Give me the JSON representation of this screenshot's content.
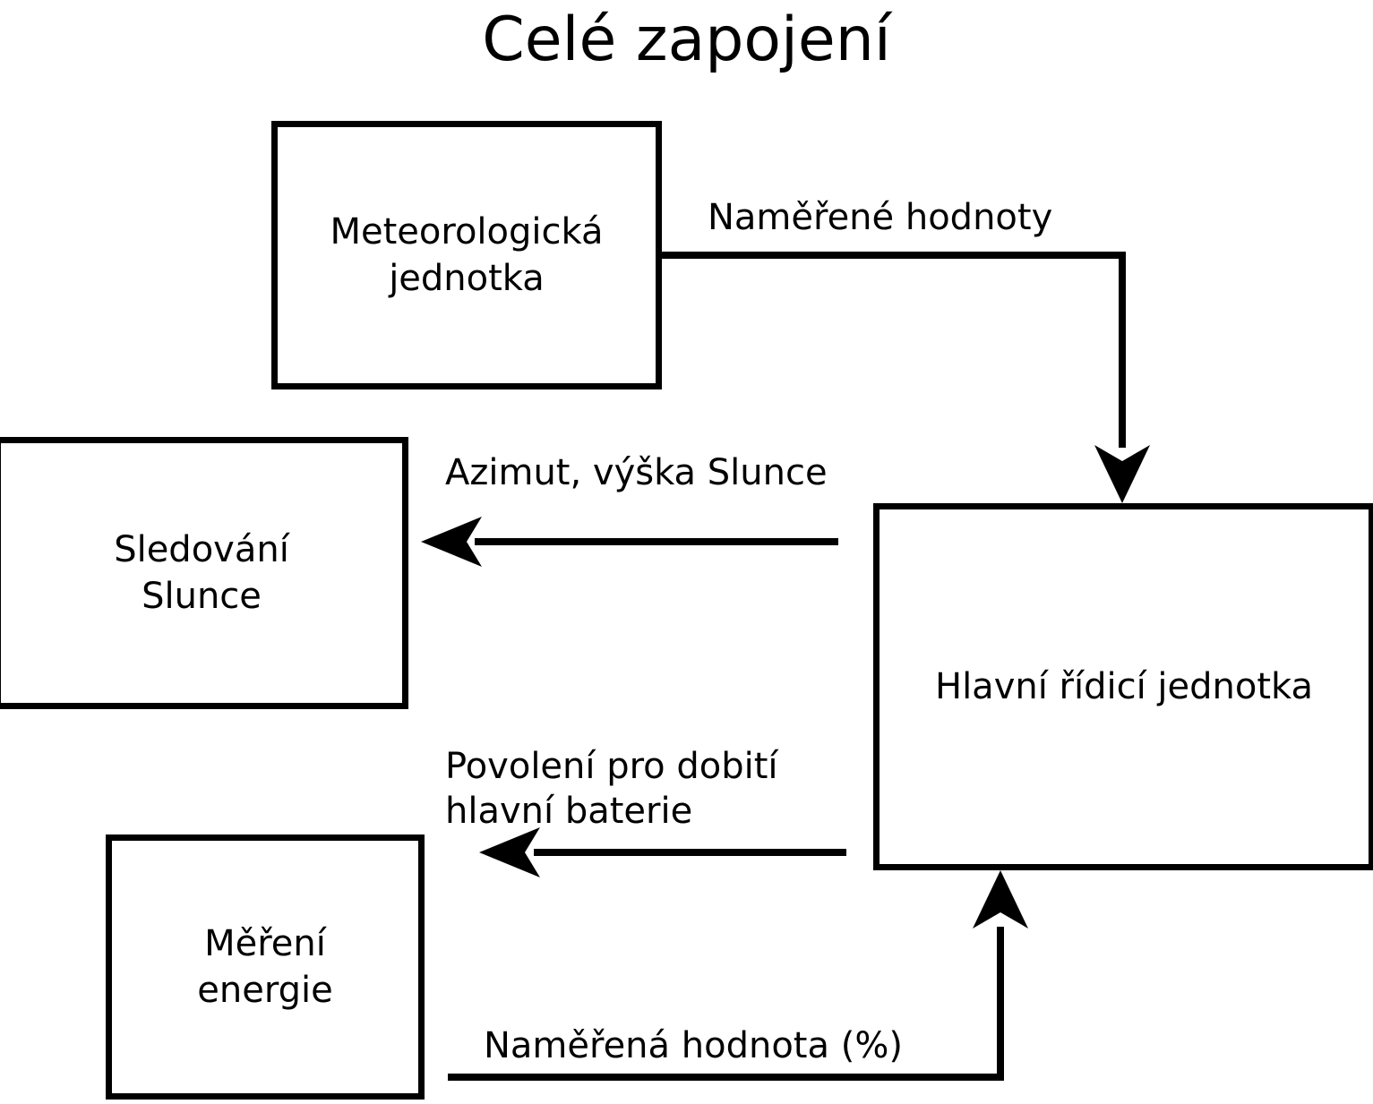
{
  "title": "Celé zapojení",
  "diagram": {
    "type": "block-flow",
    "nodes": [
      {
        "id": "meteo",
        "label": "Meteorologická\njednotka"
      },
      {
        "id": "sun",
        "label": "Sledování\nSlunce"
      },
      {
        "id": "main",
        "label": "Hlavní řídicí jednotka"
      },
      {
        "id": "energy",
        "label": "Měření\nenergie"
      }
    ],
    "edges": [
      {
        "id": "measured",
        "from": "meteo",
        "to": "main",
        "label": "Naměřené hodnoty"
      },
      {
        "id": "azimut",
        "from": "main",
        "to": "sun",
        "label": "Azimut, výška Slunce"
      },
      {
        "id": "permit",
        "from": "main",
        "to": "energy",
        "label": "Povolení pro dobití\nhlavní baterie"
      },
      {
        "id": "percent",
        "from": "energy",
        "to": "main",
        "label": "Naměřená hodnota (%)"
      }
    ],
    "stroke_color": "#000000",
    "fill_color": "#ffffff"
  }
}
